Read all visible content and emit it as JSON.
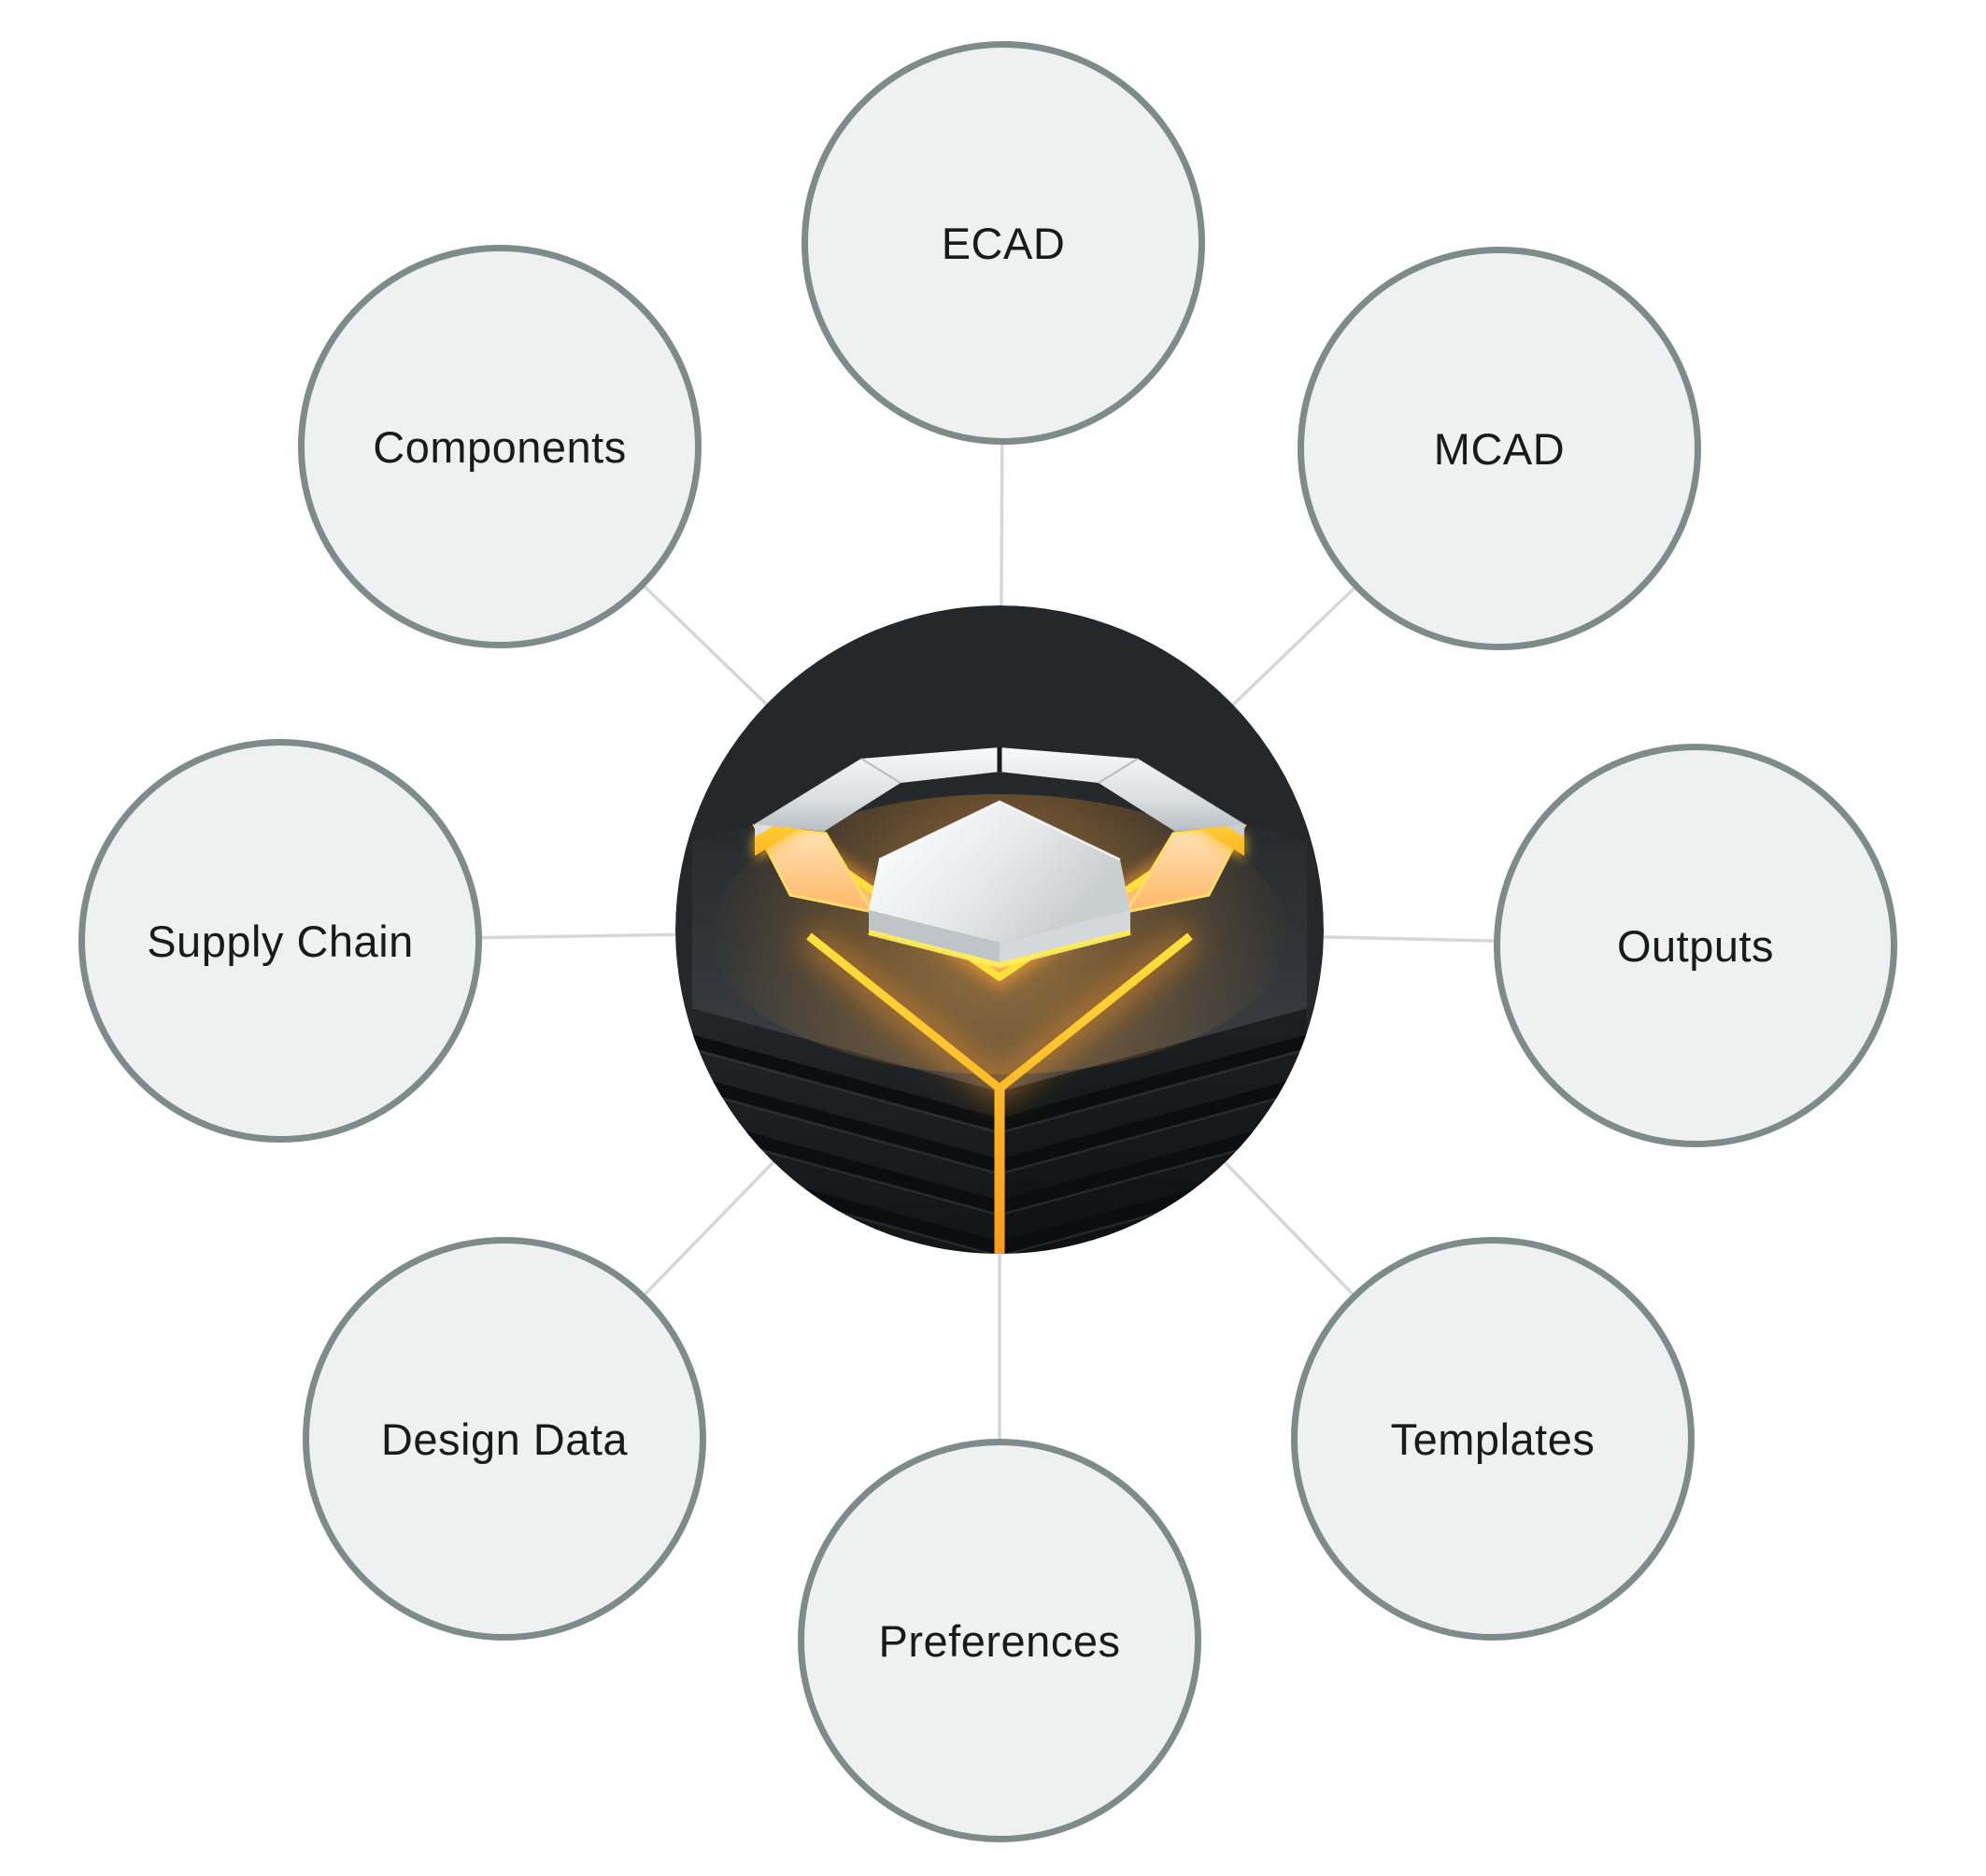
{
  "diagram": {
    "type": "hub-and-spoke",
    "center_icon": "hexagonal-layer-stack",
    "nodes": [
      {
        "label": "ECAD"
      },
      {
        "label": "MCAD"
      },
      {
        "label": "Outputs"
      },
      {
        "label": "Templates"
      },
      {
        "label": "Preferences"
      },
      {
        "label": "Design Data"
      },
      {
        "label": "Supply Chain"
      },
      {
        "label": "Components"
      }
    ],
    "colors": {
      "background": "#ffffff",
      "node_fill": "#eef1f0",
      "node_border": "#7d8c8a",
      "connector_line": "#d6d8d7",
      "label_text": "#1a1a1a",
      "center_background": "#25282a",
      "glow_yellow": "#ffe23c",
      "glow_orange": "#ff8f12",
      "recess_peach": "#ffd9a6",
      "silver": "#d9dde0"
    }
  }
}
